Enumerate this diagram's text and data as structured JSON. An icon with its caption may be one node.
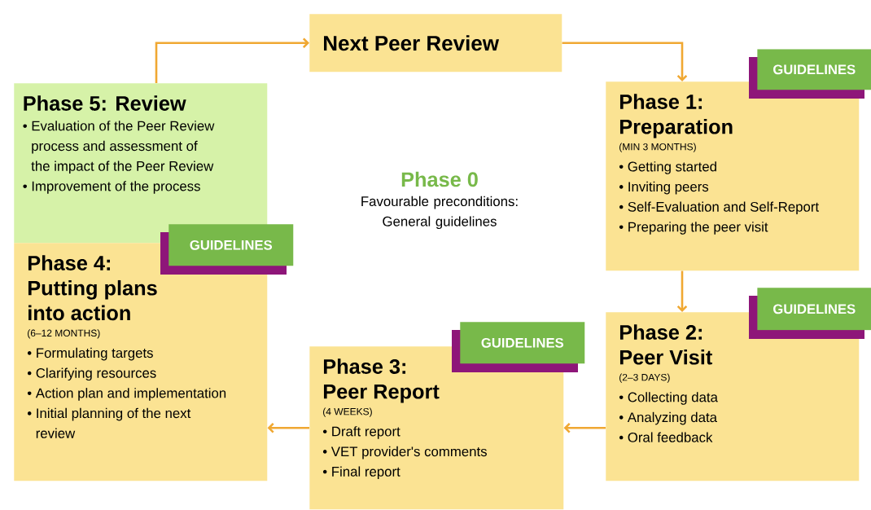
{
  "diagram": {
    "nodes": [
      {
        "text": [
          "Next Peer Review"
        ]
      },
      {
        "text": [
          "GUIDELINES"
        ]
      },
      {
        "text": [
          "Phase 1: Preparation",
          "(MIN 3 MONTHS)",
          "• Getting started",
          "• Inviting peers",
          "• Self-Evaluation and Self-Report",
          "• Preparing the peer visit"
        ]
      },
      {
        "text": [
          "Phase 5: Review",
          "• Evaluation of the Peer Review process and assessment of the impact of the Peer Review",
          "• Improvement of the process"
        ]
      },
      {
        "text": [
          "GUIDELINES"
        ]
      },
      {
        "text": [
          "Phase 4: Putting plans into action",
          "(6–12 MONTHS)",
          "• Formulating targets",
          "• Clarifying resources",
          "• Action plan and implementation",
          "• Initial planning of the next review"
        ]
      },
      {
        "text": [
          "GUIDELINES"
        ]
      },
      {
        "text": [
          "Phase 2: Peer Visit",
          "(2–3 DAYS)",
          "• Collecting data",
          "• Analyzing data",
          "• Oral feedback"
        ]
      },
      {
        "text": [
          "GUIDELINES"
        ]
      },
      {
        "text": [
          "Phase 3: Peer Report",
          "(4 WEEKS)",
          "• Draft report",
          "• VET provider's comments",
          "• Final report"
        ]
      }
    ],
    "edges": [
      {
        "from": 3,
        "to": 0,
        "arrow": "to"
      },
      {
        "from": 0,
        "to": 2,
        "arrow": "to"
      },
      {
        "from": 2,
        "to": 7,
        "arrow": "to"
      },
      {
        "from": 7,
        "to": 9,
        "arrow": "to"
      },
      {
        "from": 9,
        "to": 5,
        "arrow": "to"
      }
    ],
    "labels": [
      "Phase 0",
      "Favourable preconditions: General guidelines"
    ]
  }
}
